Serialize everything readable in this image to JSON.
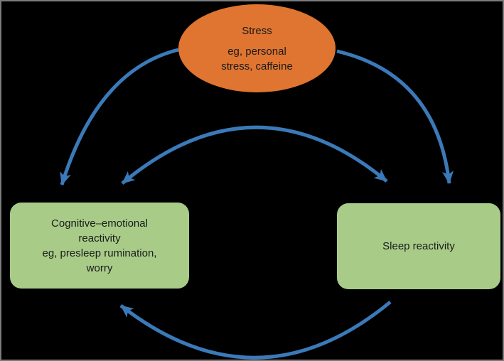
{
  "diagram": {
    "nodes": {
      "stress": {
        "shape": "ellipse",
        "fill": "#df7530",
        "lines": [
          "Stress",
          "eg, personal",
          "stress, caffeine"
        ]
      },
      "cognitive_emotional": {
        "shape": "rounded-rectangle",
        "fill": "#a8cc88",
        "lines": [
          "Cognitive–emotional",
          "reactivity",
          "eg, presleep rumination,",
          "worry"
        ]
      },
      "sleep_reactivity": {
        "shape": "rounded-rectangle",
        "fill": "#a8cc88",
        "lines": [
          "Sleep reactivity"
        ]
      }
    },
    "edges": [
      {
        "from": "stress",
        "to": "cognitive_emotional",
        "direction": "one-way",
        "style": "curved"
      },
      {
        "from": "stress",
        "to": "sleep_reactivity",
        "direction": "one-way",
        "style": "curved"
      },
      {
        "from": "cognitive_emotional",
        "to": "sleep_reactivity",
        "direction": "two-way",
        "style": "curved"
      },
      {
        "from": "sleep_reactivity",
        "to": "cognitive_emotional",
        "direction": "one-way",
        "style": "curved"
      }
    ]
  },
  "colors": {
    "background": "#000000",
    "canvas_border": "#7b7b7b",
    "arrow": "#3b7ab9",
    "stress_fill": "#df7530",
    "reactivity_fill": "#a8cc88",
    "text": "#1b1b1b"
  }
}
